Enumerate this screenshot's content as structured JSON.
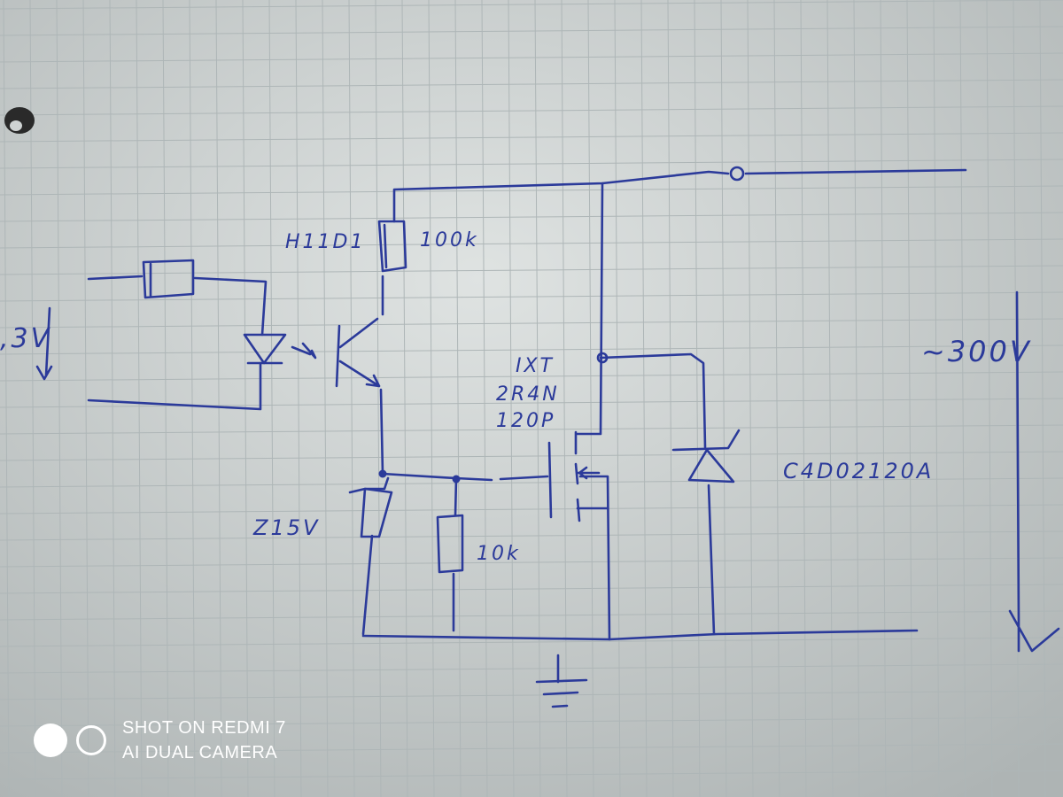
{
  "diagram": {
    "labels": {
      "optocoupler": "H11D1",
      "r_collector": "100k",
      "mosfet_line1": "IXT",
      "mosfet_line2": "2R4N",
      "mosfet_line3": "120P",
      "zener": "Z15V",
      "r_gate": "10k",
      "diode": "C4D02120A",
      "voltage_out": "~300V",
      "voltage_in": ",3V"
    }
  },
  "watermark": {
    "line1": "SHOT ON REDMI 7",
    "line2": "AI DUAL CAMERA"
  },
  "colors": {
    "ink": "#2b3a9a",
    "paper": "#c9cfcf",
    "grid": "#aeb6b7"
  }
}
